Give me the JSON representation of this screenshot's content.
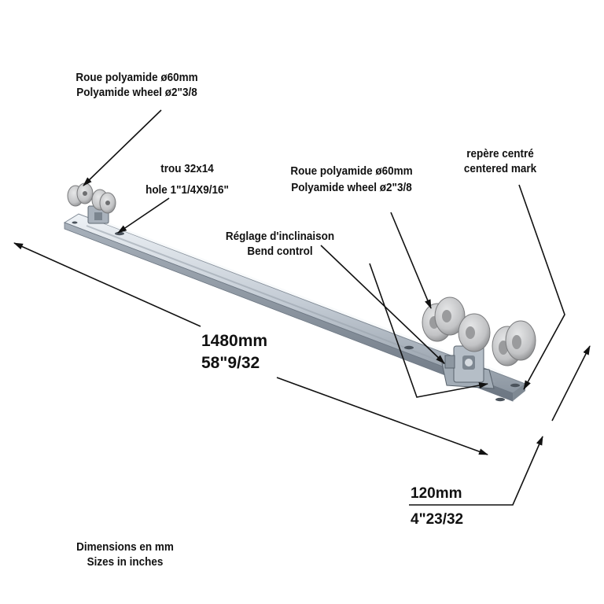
{
  "labels": {
    "left_wheel": {
      "fr": "Roue polyamide ø60mm",
      "en": "Polyamide wheel ø2\"3/8"
    },
    "hole": {
      "fr": "trou 32x14",
      "en": "hole 1\"1/4X9/16\""
    },
    "right_wheel": {
      "fr": "Roue polyamide ø60mm",
      "en": "Polyamide wheel ø2\"3/8"
    },
    "center_mark": {
      "fr": "repère centré",
      "en": "centered mark"
    },
    "bend_control": {
      "fr": "Réglage d'inclinaison",
      "en": "Bend control"
    },
    "length": {
      "mm": "1480mm",
      "inch": "58\"9/32"
    },
    "width": {
      "mm": "120mm",
      "inch": "4\"23/32"
    },
    "units_note": {
      "fr": "Dimensions en mm",
      "en": "Sizes in inches"
    }
  },
  "colors": {
    "background": "#ffffff",
    "text": "#111111",
    "rail_light": "#dfe5ec",
    "rail_mid": "#aab3bd",
    "rail_dark": "#6f7a86",
    "wheel": "#c9cacb",
    "wheel_dark": "#8e8f91"
  }
}
